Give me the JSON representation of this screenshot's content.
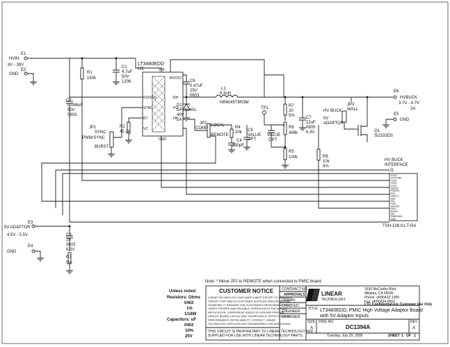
{
  "ports": {
    "e1": "E1",
    "hvin": "HVIN",
    "hvin_range": "8V - 38V",
    "e2": "E2",
    "gnd1": "GND",
    "e3": "E3",
    "adaptor5v": "5V ADAPTOR",
    "adaptor_range": "4.5V - 5.5V",
    "e4": "E4",
    "gnd2": "GND",
    "e6": "E6",
    "hvbuck": "HVBUCK",
    "hvbuck_range": "3.7V - 4.7V",
    "hvbuck_current": "2A",
    "e5": "E5",
    "gnd3": "GND"
  },
  "ic": {
    "part": "LT3480EDD",
    "ref": "U1",
    "pins": [
      "VIN",
      "BOOST",
      "SW",
      "RUN/SS",
      "SYNC",
      "RT",
      "PG",
      "FB",
      "VC",
      "GND"
    ]
  },
  "components": {
    "r1": [
      "R1",
      "150k"
    ],
    "c1": [
      "C1",
      "4.7uF",
      "50V",
      "1206"
    ],
    "c2": [
      "C2",
      "0.068uF",
      "50V",
      "0603"
    ],
    "c6": [
      "C6",
      "0.47uF",
      "25V",
      "0603"
    ],
    "d1": [
      "D1",
      "DFLS240L",
      "40V",
      "2A"
    ],
    "l1": [
      "L1",
      "6.3uH",
      "NR6045T6R3M"
    ],
    "tp1": "TP1",
    "r7": [
      "R7",
      "20",
      "5%"
    ],
    "r6": [
      "R6",
      "499k"
    ],
    "c7": [
      "C7",
      "22uF",
      "0805",
      "6.3V"
    ],
    "r5": [
      "R5",
      "100k"
    ],
    "c5": [
      "C5",
      "VALUE",
      "OPT"
    ],
    "c5b": [
      "VALUE",
      "OPT"
    ],
    "r4": [
      "R4",
      "20k"
    ],
    "c4": [
      "C4",
      "330pF"
    ],
    "r2": [
      "R2",
      "42.2k"
    ],
    "jp1": [
      "JP1",
      "SYNC",
      "PWM/SYNC",
      "BURST"
    ],
    "jp2": [
      "JP2",
      "COMP",
      "LOCAL",
      "REMOTE"
    ],
    "jp3": [
      "JP3",
      "WALL",
      "HV BUCK",
      "5V",
      "ADAPTOR"
    ],
    "q1": [
      "Q1",
      "Si2333DS"
    ],
    "r8": [
      "R8",
      "10k",
      "5%"
    ],
    "c3": [
      "C3",
      "10",
      "0603",
      "6.3V"
    ],
    "r3": [
      "R3",
      "5%"
    ]
  },
  "connector": {
    "title1": "HV BUCK",
    "title2": "INTERFACE",
    "ref": "J1",
    "part": "TSH-108-01-T-RA",
    "pins": [
      "VOUT",
      "VOUTSNS",
      "VOUT",
      "VOUT",
      "VOUT",
      "VDATA",
      "PWRON",
      "EN1",
      "SWCLD",
      "SDA",
      "SCL",
      "GND",
      "SWOOS",
      "SW4",
      "RESET",
      "SW",
      "PWROKEN",
      "SW3"
    ]
  },
  "note": "Note: * Move JP2 to REMOTE when connected to PMIC board.",
  "units": {
    "heading": "Unless noted:",
    "resistors": "Resistors: Ohms",
    "r_lines": [
      "0402",
      "1%",
      "1/16W"
    ],
    "capacitors": "Capacitors: uF",
    "c_lines": [
      "0402",
      "10%",
      "25V"
    ]
  },
  "customer_notice": {
    "title": "CUSTOMER NOTICE",
    "lines": [
      "LINEAR TECHNOLOGY HAS MADE A BEST EFFORT TO DESIGN A",
      "CIRCUIT THAT MEETS CUSTOMER-SUPPLIED SPECIFICATIONS;",
      "HOWEVER, IT REMAINS THE CUSTOMER'S RESPONSIBILITY TO",
      "VERIFY PROPER AND RELIABLE OPERATION IN THE ACTUAL",
      "APPLICATION. COMPONENT SUBSTITUTION AND PRINTED",
      "CIRCUIT BOARD LAYOUT MAY SIGNIFICANTLY AFFECT CIRCUIT",
      "PERFORMANCE OR RELIABILITY. CONTACT LINEAR",
      "TECHNOLOGY APPLICATIONS ENGINEERING FOR ASSISTANCE."
    ],
    "proprietary": [
      "THIS CIRCUIT IS PROPRIETARY TO LINEAR TECHNOLOGY AND",
      "SUPPLIED FOR USE WITH LINEAR TECHNOLOGY PARTS."
    ]
  },
  "title_block": {
    "contract_no": "CONTRACT NO.",
    "approvals": "APPROVALS",
    "drawn": "DRAWN:",
    "checked": "CHECKED:",
    "engineer": "ENGINEER:",
    "designer": "DESIGNER:",
    "logo": "LINEAR",
    "logo_sub": "TECHNOLOGY",
    "address": [
      "1630 McCarthy Blvd.",
      "Milpitas, CA 95035",
      "Phone: (408)432-1900",
      "Fax: (408)434-0507"
    ],
    "confidential": "LTC Confidential-For Customer Use Only",
    "title_label": "TITLE:",
    "title": [
      "LT3480EDD, PMIC High Voltage Adaptor Board",
      "with 5V Adaptor Inputs"
    ],
    "size_label": "SIZE",
    "size": "A",
    "dwg_label": "DWG NO.",
    "dwg": "DC1394A",
    "rev_label": "REV",
    "rev": "A",
    "date": "Tuesday, July 29, 2008",
    "sheet_label": "SHEET",
    "sheet": "1",
    "of_label": "OF",
    "of": "1"
  }
}
